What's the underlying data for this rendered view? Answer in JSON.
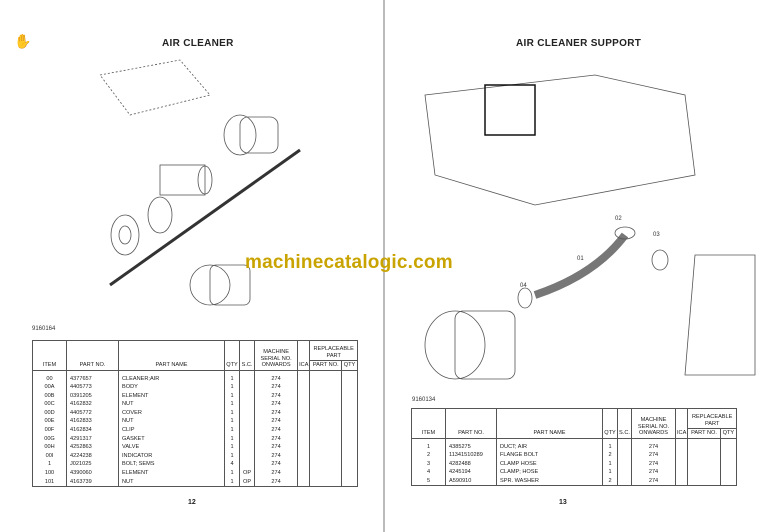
{
  "left": {
    "title": "AIR CLEANER",
    "figure_no": "9160164",
    "page_number": "12",
    "columns": {
      "item": "ITEM",
      "part_no": "PART NO.",
      "part_name": "PART NAME",
      "qty": "QTY",
      "sc": "S.C.",
      "serial": "MACHINE SERIAL NO. ONWARDS",
      "ica": "ICA",
      "replaceable": "REPLACEABLE PART",
      "r_part_no": "PART NO.",
      "r_qty": "QTY"
    },
    "rows": [
      [
        "00",
        "4377657",
        "CLEANER;AIR",
        "1",
        "",
        "274"
      ],
      [
        "00A",
        "4405773",
        "BODY",
        "1",
        "",
        "274"
      ],
      [
        "00B",
        "0391205",
        "ELEMENT",
        "1",
        "",
        "274"
      ],
      [
        "00C",
        "4162832",
        "NUT",
        "1",
        "",
        "274"
      ],
      [
        "00D",
        "4405772",
        "COVER",
        "1",
        "",
        "274"
      ],
      [
        "00E",
        "4162833",
        "NUT",
        "1",
        "",
        "274"
      ],
      [
        "00F",
        "4162834",
        "CLIP",
        "1",
        "",
        "274"
      ],
      [
        "00G",
        "4291317",
        "GASKET",
        "1",
        "",
        "274"
      ],
      [
        "00H",
        "4252863",
        "VALVE",
        "1",
        "",
        "274"
      ],
      [
        "00I",
        "4224238",
        "INDICATOR",
        "1",
        "",
        "274"
      ],
      [
        "1",
        "J021025",
        "BOLT; SEMS",
        "4",
        "",
        "274"
      ],
      [
        "100",
        "4390060",
        "ELEMENT",
        "1",
        "OP",
        "274"
      ],
      [
        "101",
        "4163739",
        "NUT",
        "1",
        "OP",
        "274"
      ]
    ]
  },
  "right": {
    "title": "AIR CLEANER SUPPORT",
    "figure_no": "9160134",
    "page_number": "13",
    "callouts": [
      "01",
      "02",
      "03",
      "04"
    ],
    "columns": {
      "item": "ITEM",
      "part_no": "PART NO.",
      "part_name": "PART NAME",
      "qty": "QTY",
      "sc": "S.C.",
      "serial": "MACHINE SERIAL NO. ONWARDS",
      "ica": "ICA",
      "replaceable": "REPLACEABLE PART",
      "r_part_no": "PART NO.",
      "r_qty": "QTY"
    },
    "rows": [
      [
        "1",
        "4385275",
        "DUCT; AIR",
        "1",
        "",
        "274"
      ],
      [
        "2",
        "11341510289",
        "FLANGE BOLT",
        "2",
        "",
        "274"
      ],
      [
        "3",
        "4282488",
        "CLAMP HOSE",
        "1",
        "",
        "274"
      ],
      [
        "4",
        "4245194",
        "CLAMP; HOSE",
        "1",
        "",
        "274"
      ],
      [
        "5",
        "A590910",
        "SPR. WASHER",
        "2",
        "",
        "274"
      ]
    ]
  },
  "watermark": "machinecatalogic.com",
  "colors": {
    "watermark": "#c9a400"
  }
}
